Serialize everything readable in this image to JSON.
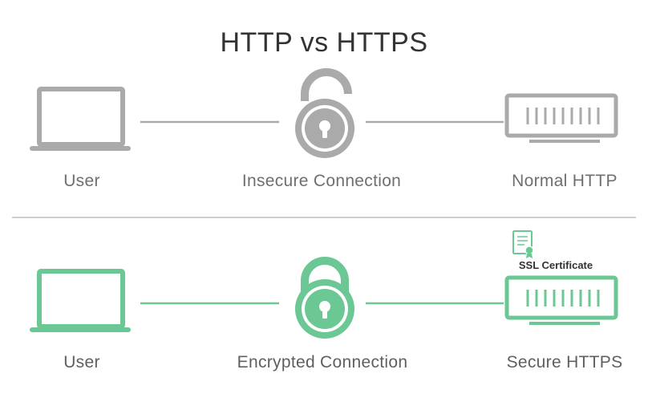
{
  "title": "HTTP vs HTTPS",
  "rows": {
    "http": {
      "user_label": "User",
      "connection_label": "Insecure Connection",
      "server_label": "Normal HTTP"
    },
    "https": {
      "user_label": "User",
      "connection_label": "Encrypted Connection",
      "server_label": "Secure HTTPS",
      "certificate_label": "SSL Certificate"
    }
  },
  "colors": {
    "insecure": "#aaaaaa",
    "secure": "#6bc794",
    "divider": "#bdbdbd",
    "text": "#333333"
  }
}
